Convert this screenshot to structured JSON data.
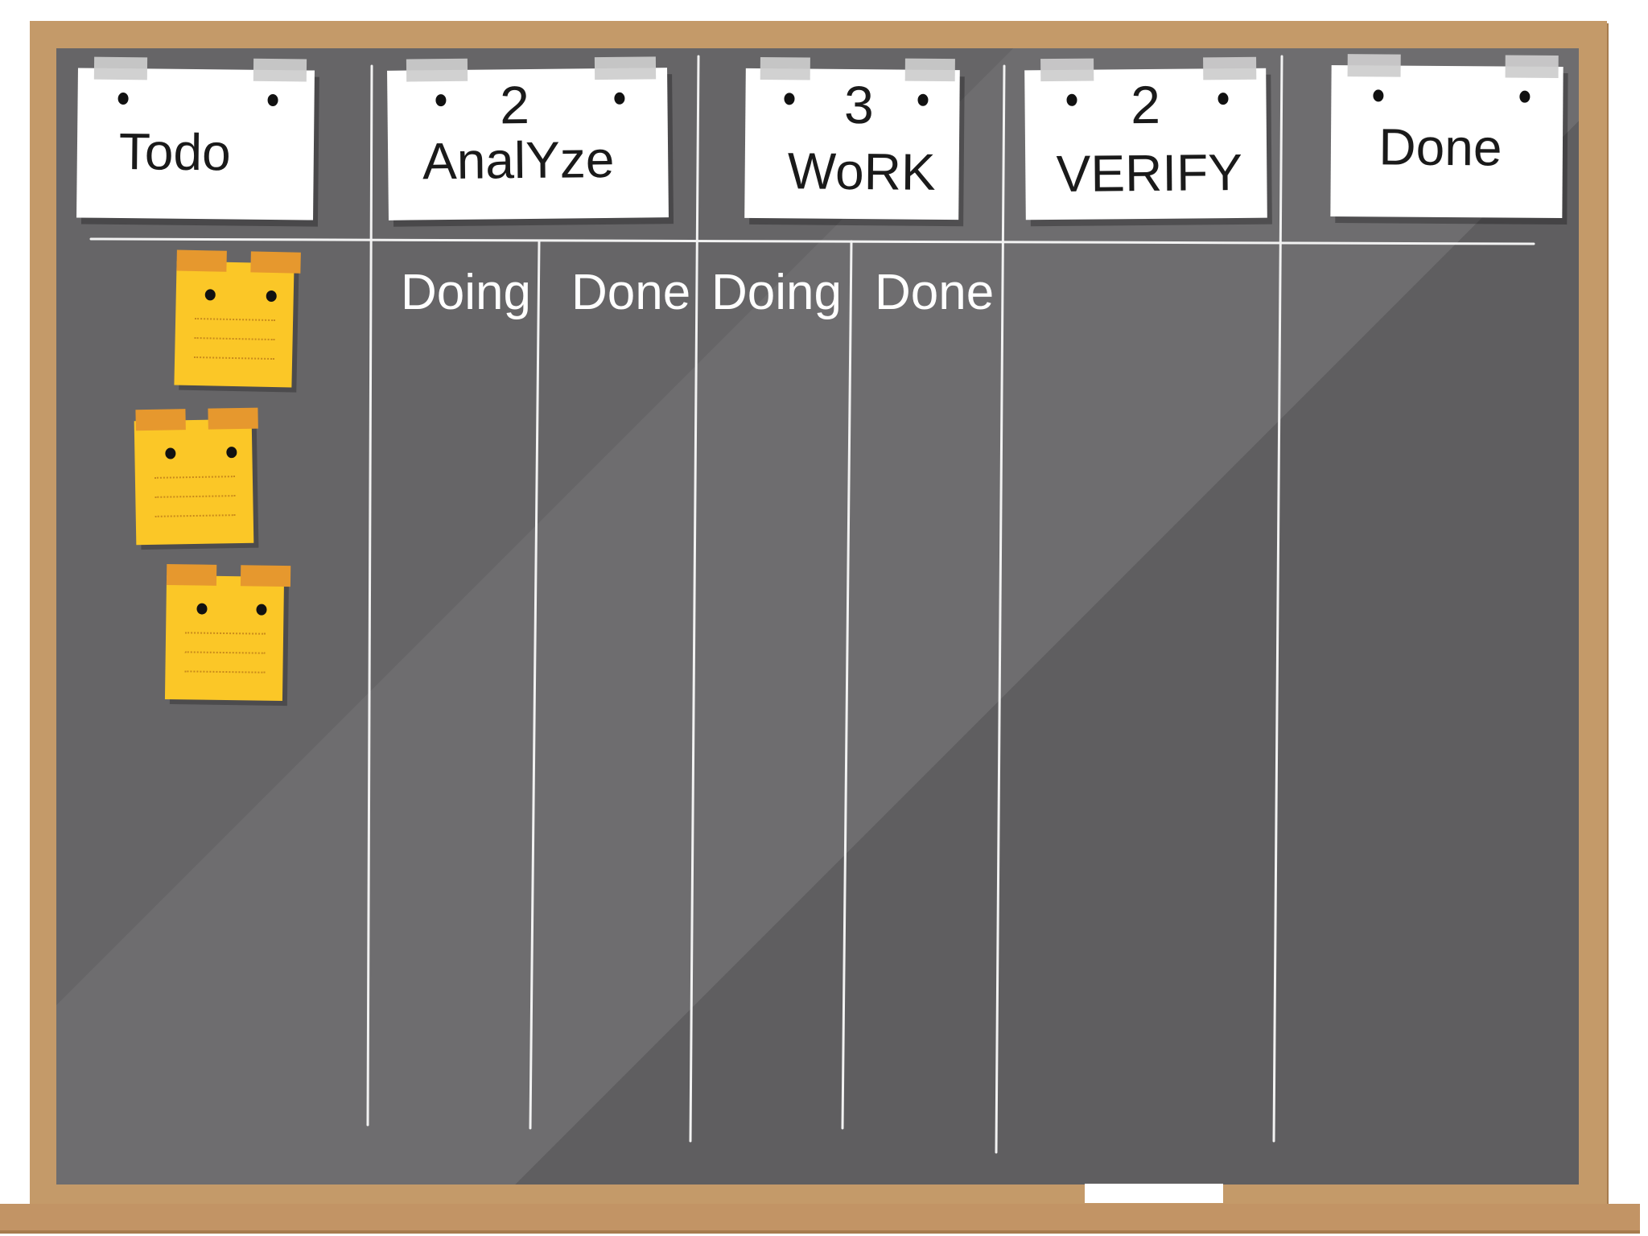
{
  "board": {
    "columns": [
      {
        "title": "Todo",
        "count": ""
      },
      {
        "title": "AnalYze",
        "count": "2"
      },
      {
        "title": "WoRK",
        "count": "3"
      },
      {
        "title": "VERIFY",
        "count": "2"
      },
      {
        "title": "Done",
        "count": ""
      }
    ],
    "subcolumns": {
      "analyze_doing": "Doing",
      "analyze_done": "Done",
      "work_doing": "Doing",
      "work_done": "Done"
    },
    "todo_sticky_notes": 3
  },
  "colors": {
    "board": "#666567",
    "frame": "#c49a69",
    "sticky": "#fbc727",
    "chalk": "#f2f2f2"
  }
}
